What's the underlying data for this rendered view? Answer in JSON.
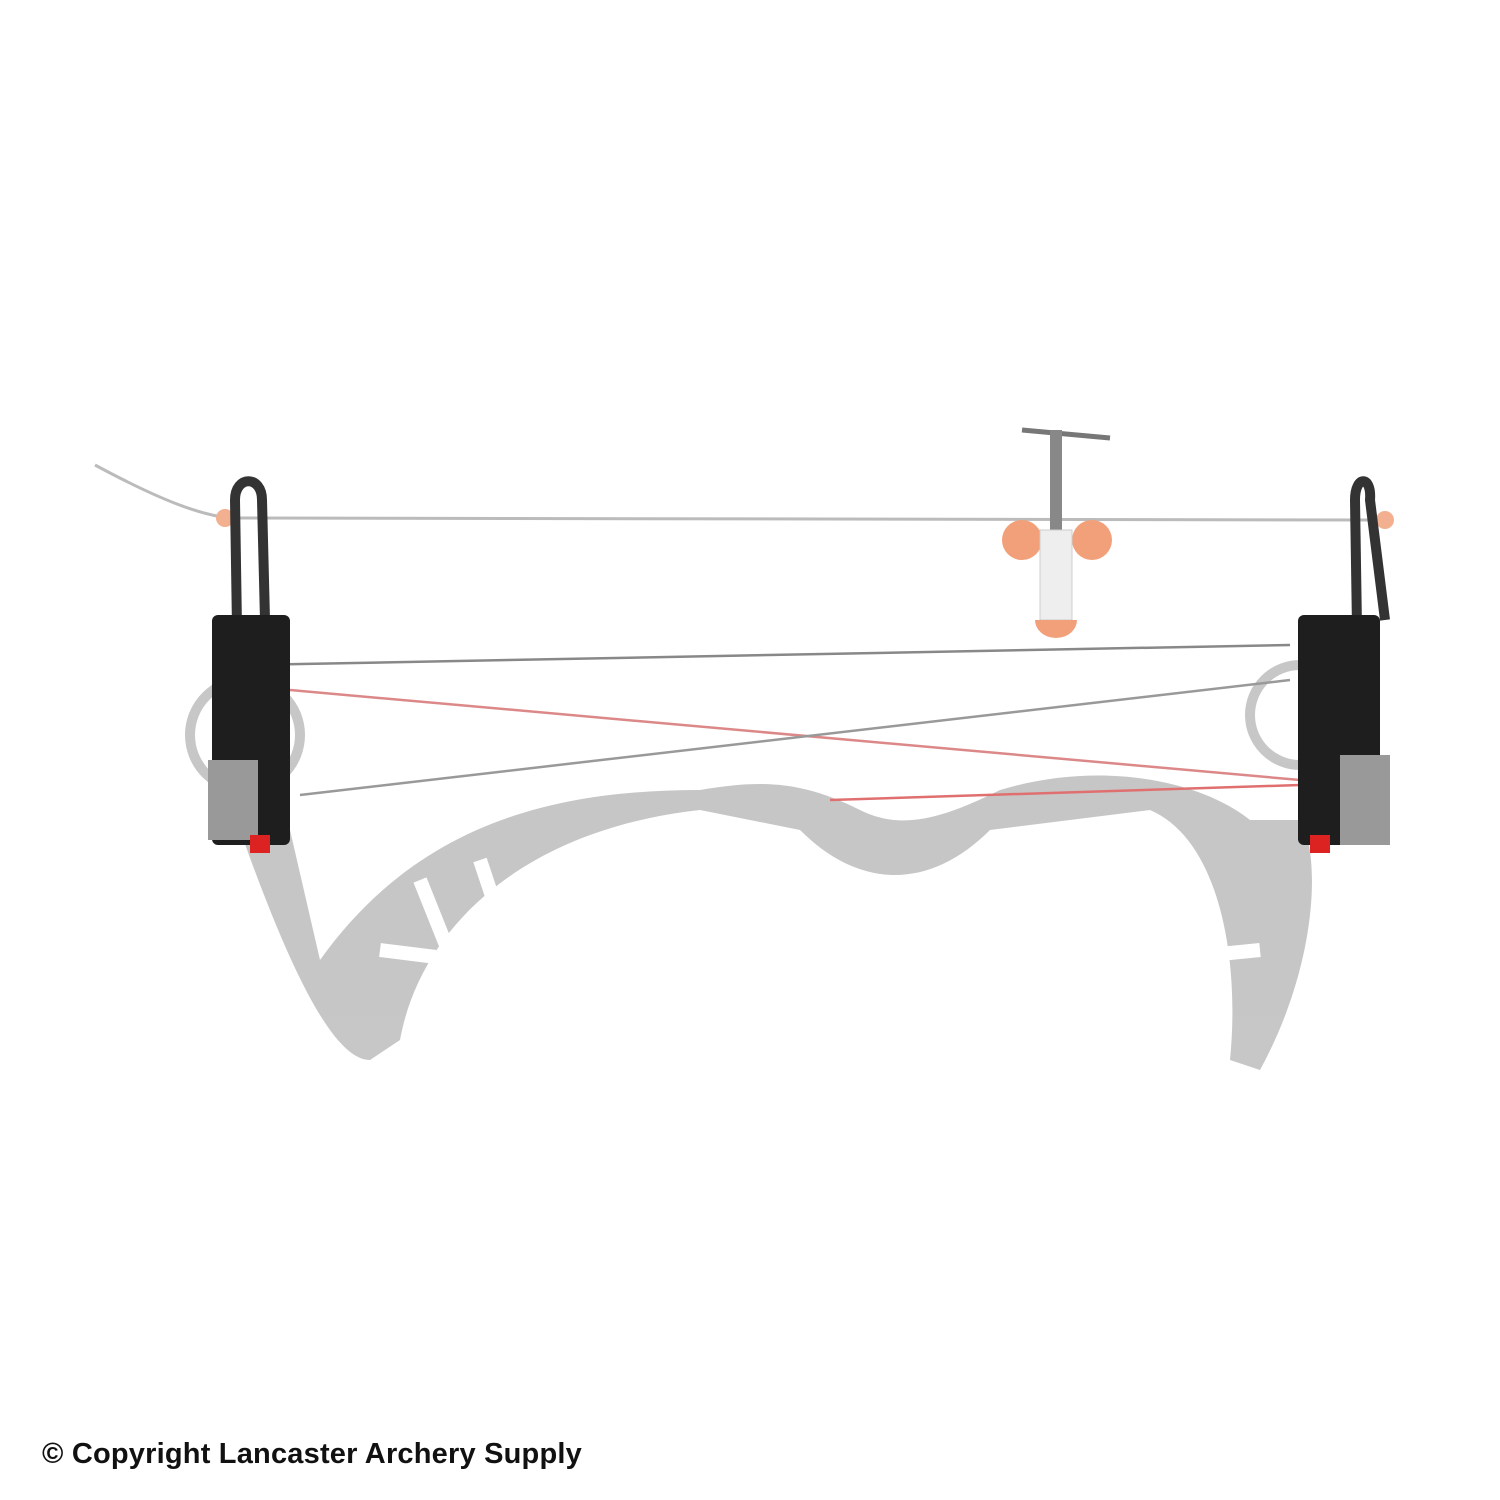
{
  "image": {
    "subject": "bow-press-on-compound-bow",
    "colors": {
      "riser": "#bfbfbf",
      "clamp": "#1e1e1e",
      "handle": "#f2a07a",
      "string_red": "#e07070"
    },
    "watermark": "Lancaster Archery Supply"
  },
  "copyright": "© Copyright Lancaster Archery Supply"
}
